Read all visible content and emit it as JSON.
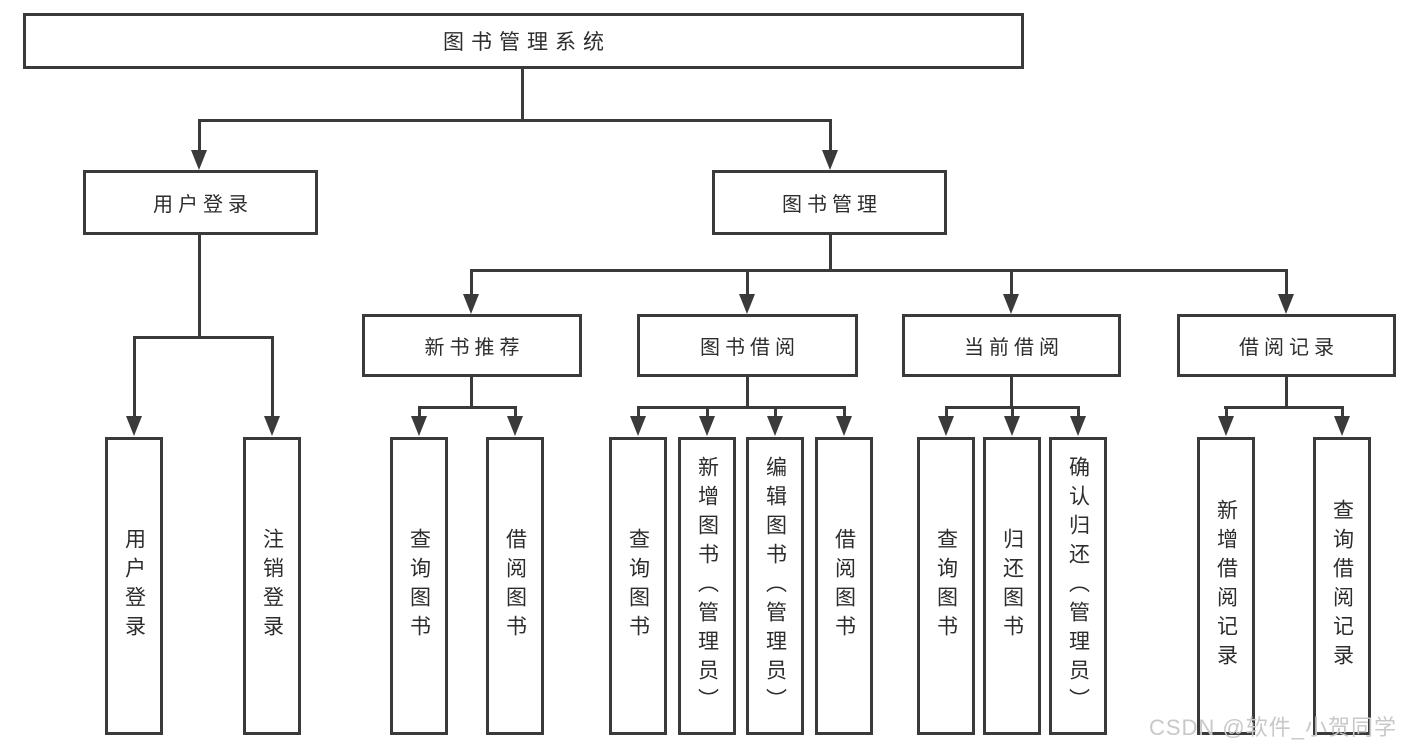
{
  "diagram": {
    "root": {
      "label": "图书管理系统",
      "children": [
        {
          "label": "用户登录",
          "children": [
            {
              "label": "用户登录"
            },
            {
              "label": "注销登录"
            }
          ]
        },
        {
          "label": "图书管理",
          "children": [
            {
              "label": "新书推荐",
              "children": [
                {
                  "label": "查询图书"
                },
                {
                  "label": "借阅图书"
                }
              ]
            },
            {
              "label": "图书借阅",
              "children": [
                {
                  "label": "查询图书"
                },
                {
                  "label": "新增图书（管理员）"
                },
                {
                  "label": "编辑图书（管理员）"
                },
                {
                  "label": "借阅图书"
                }
              ]
            },
            {
              "label": "当前借阅",
              "children": [
                {
                  "label": "查询图书"
                },
                {
                  "label": "归还图书"
                },
                {
                  "label": "确认归还（管理员）"
                }
              ]
            },
            {
              "label": "借阅记录",
              "children": [
                {
                  "label": "新增借阅记录"
                },
                {
                  "label": "查询借阅记录"
                }
              ]
            }
          ]
        }
      ]
    }
  },
  "watermark": {
    "text": "CSDN @软件_小贺同学"
  },
  "colors": {
    "line": "#3a3a3a",
    "text": "#2d2d2d",
    "watermark": "#c8c8c8",
    "background": "#ffffff"
  }
}
